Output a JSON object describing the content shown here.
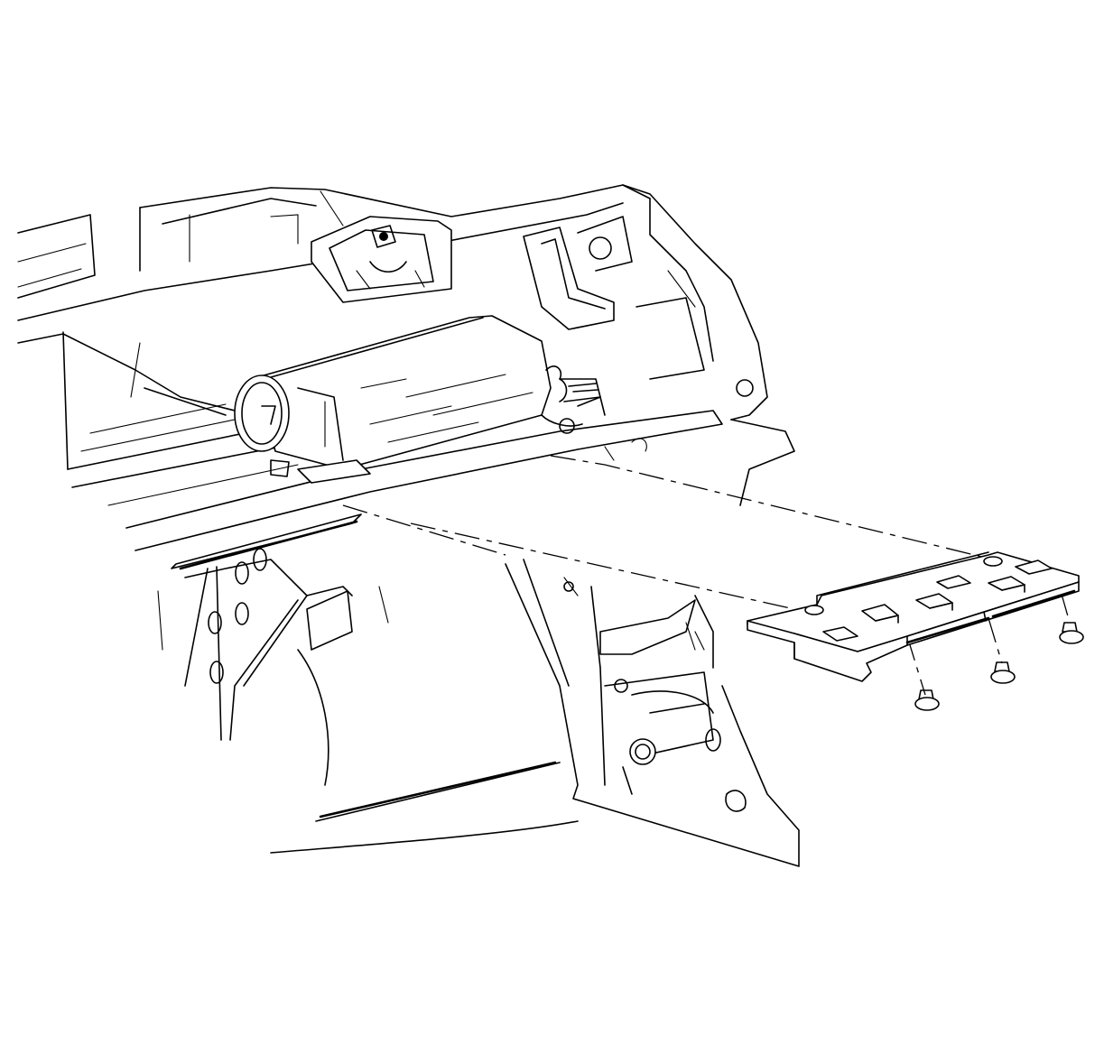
{
  "colors": {
    "line": "#000000",
    "background": "#ffffff"
  },
  "parts": [
    {
      "id": "body-structure"
    },
    {
      "id": "fuel-tank"
    },
    {
      "id": "shield"
    },
    {
      "id": "push-pin-retainer",
      "count": 3
    }
  ]
}
